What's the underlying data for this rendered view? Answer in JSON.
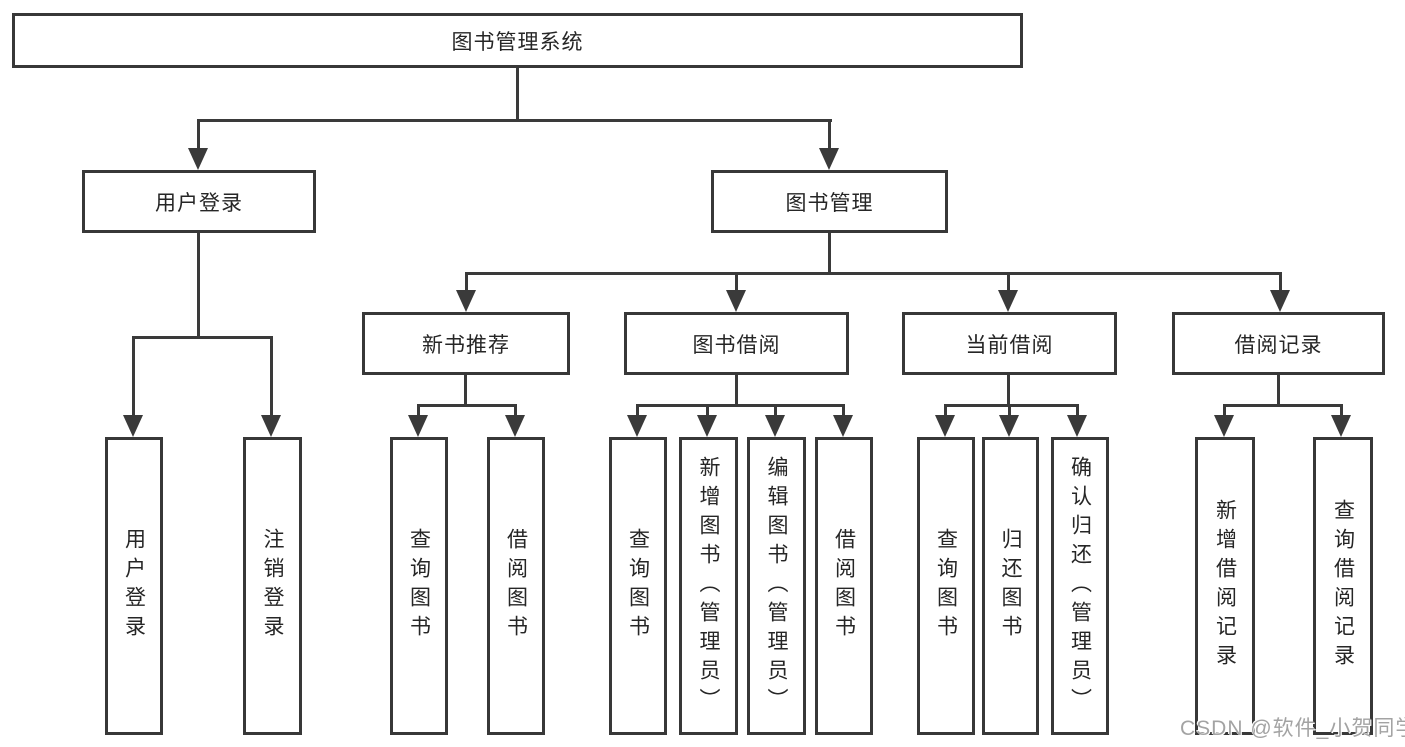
{
  "tree": {
    "root": {
      "label": "图书管理系统"
    },
    "level2": [
      {
        "label": "用户登录",
        "children": [
          {
            "label": "用户登录"
          },
          {
            "label": "注销登录"
          }
        ]
      },
      {
        "label": "图书管理",
        "children": [
          {
            "label": "新书推荐",
            "children": [
              {
                "label": "查询图书"
              },
              {
                "label": "借阅图书"
              }
            ]
          },
          {
            "label": "图书借阅",
            "children": [
              {
                "label": "查询图书"
              },
              {
                "label": "新增图书（管理员）"
              },
              {
                "label": "编辑图书（管理员）"
              },
              {
                "label": "借阅图书"
              }
            ]
          },
          {
            "label": "当前借阅",
            "children": [
              {
                "label": "查询图书"
              },
              {
                "label": "归还图书"
              },
              {
                "label": "确认归还（管理员）"
              }
            ]
          },
          {
            "label": "借阅记录",
            "children": [
              {
                "label": "新增借阅记录"
              },
              {
                "label": "查询借阅记录"
              }
            ]
          }
        ]
      }
    ]
  },
  "watermark": {
    "text": "CSDN @软件_小贺同学"
  },
  "colors": {
    "line": "#3a3a3a",
    "box_border": "#383838",
    "text": "#262626",
    "background": "#ffffff",
    "watermark": "#a3a3a3"
  }
}
